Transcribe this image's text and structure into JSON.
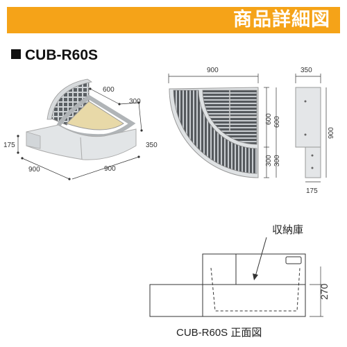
{
  "header": {
    "title": "商品詳細図"
  },
  "model": {
    "name": "CUB-R60S"
  },
  "iso_view": {
    "dim_600": "600",
    "dim_300": "300",
    "dim_350": "350",
    "dim_175": "175",
    "dim_900_left": "900",
    "dim_900_right": "900"
  },
  "top_view": {
    "dim_900": "900",
    "dim_600": "600",
    "dim_300": "300"
  },
  "side_view": {
    "dim_350": "350",
    "dim_900": "900",
    "dim_175": "175"
  },
  "front_view": {
    "label_storage": "収納庫",
    "dim_270": "270",
    "caption": "CUB-R60S 正面図"
  }
}
